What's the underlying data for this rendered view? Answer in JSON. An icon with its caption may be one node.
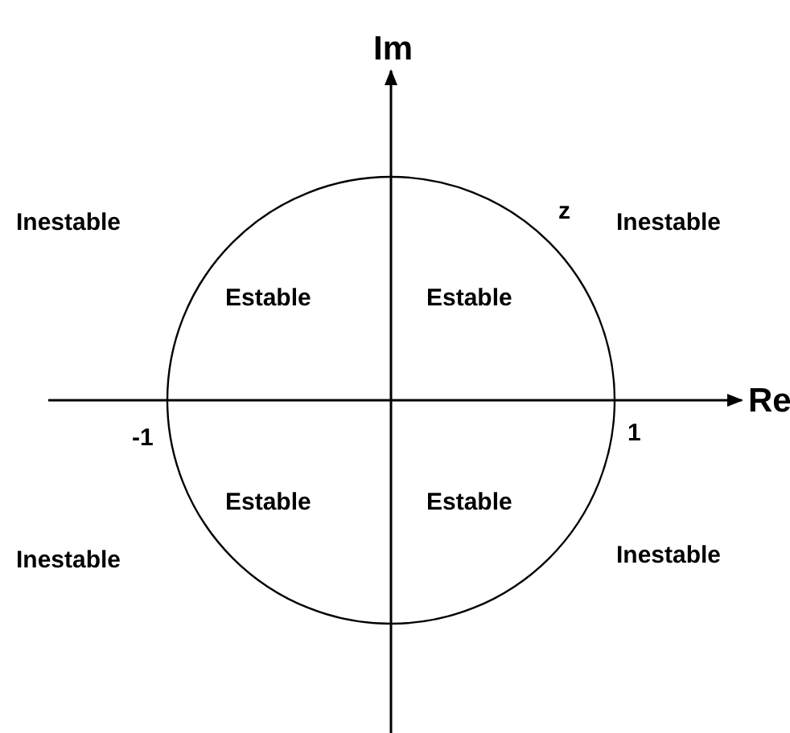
{
  "diagram": {
    "labels": [
      "Im",
      "z",
      "Inestable",
      "Inestable",
      "Estable",
      "Estable",
      "Re",
      "-1",
      "1",
      "Estable",
      "Estable",
      "Inestable",
      "Inestable"
    ]
  }
}
